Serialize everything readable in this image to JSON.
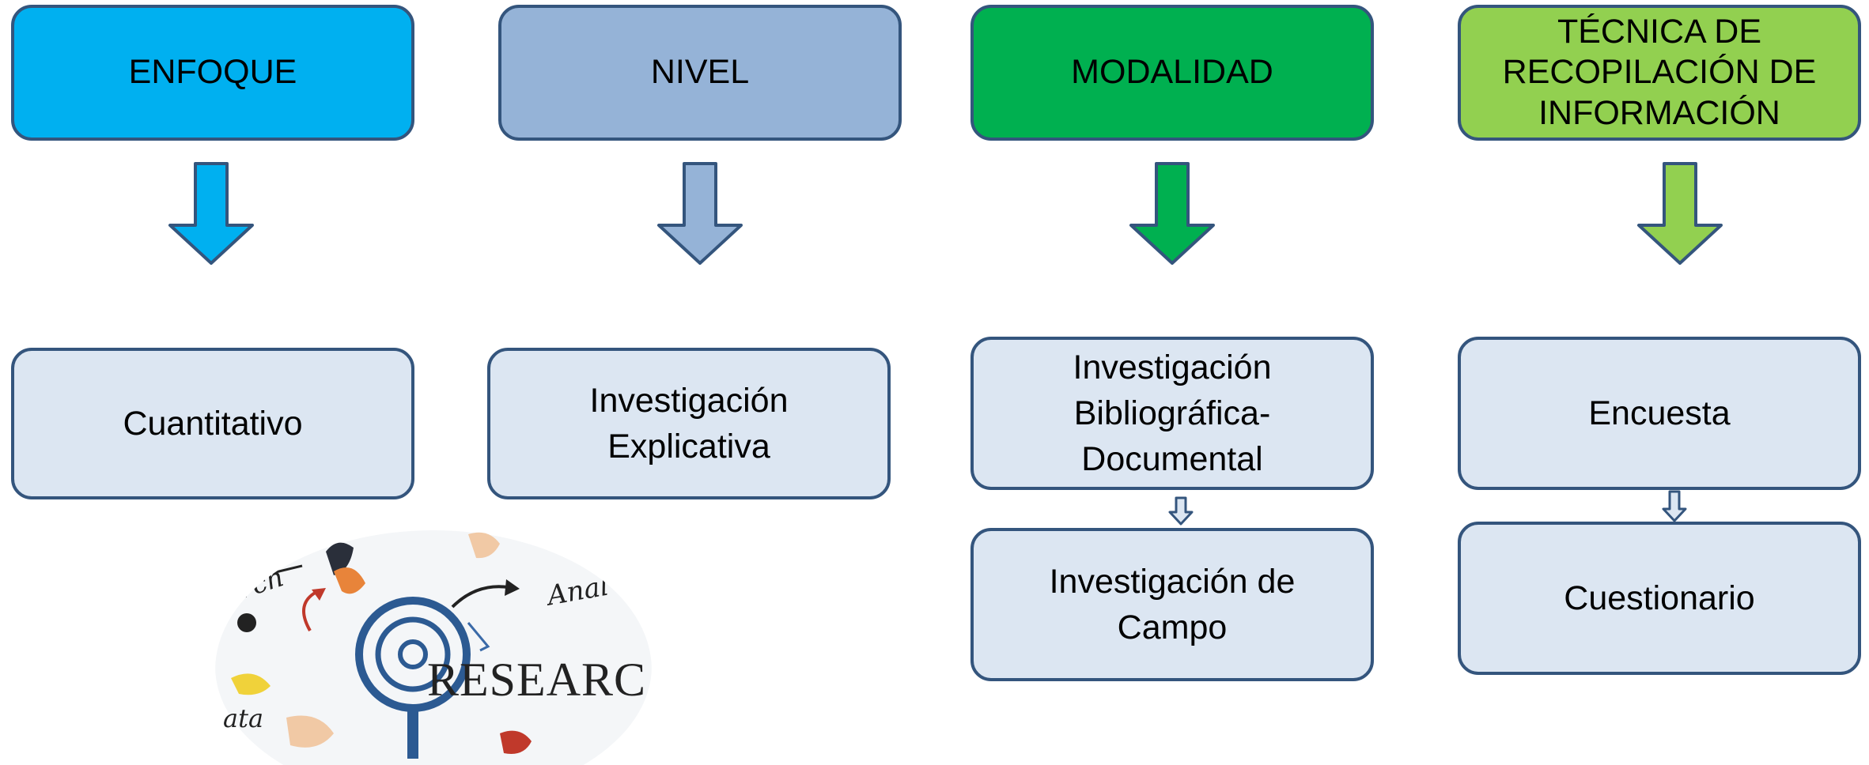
{
  "columns": [
    {
      "header": "ENFOQUE",
      "color": "#00b0f0",
      "items": [
        "Cuantitativo"
      ]
    },
    {
      "header": "NIVEL",
      "color": "#95b3d7",
      "items": [
        "Investigación\nExplicativa"
      ]
    },
    {
      "header": "MODALIDAD",
      "color": "#00b050",
      "items": [
        "Investigación\nBibliográfica-\nDocumental",
        "Investigación de\nCampo"
      ]
    },
    {
      "header": "TÉCNICA DE\nRECOPILACIÓN DE\nINFORMACIÓN",
      "color": "#92d050",
      "items": [
        "Encuesta",
        "Cuestionario"
      ]
    }
  ],
  "image": {
    "icon": "research-magnifier-icon",
    "label": "RESEARC",
    "side_words": [
      "rch",
      "Anal",
      "ata"
    ]
  }
}
